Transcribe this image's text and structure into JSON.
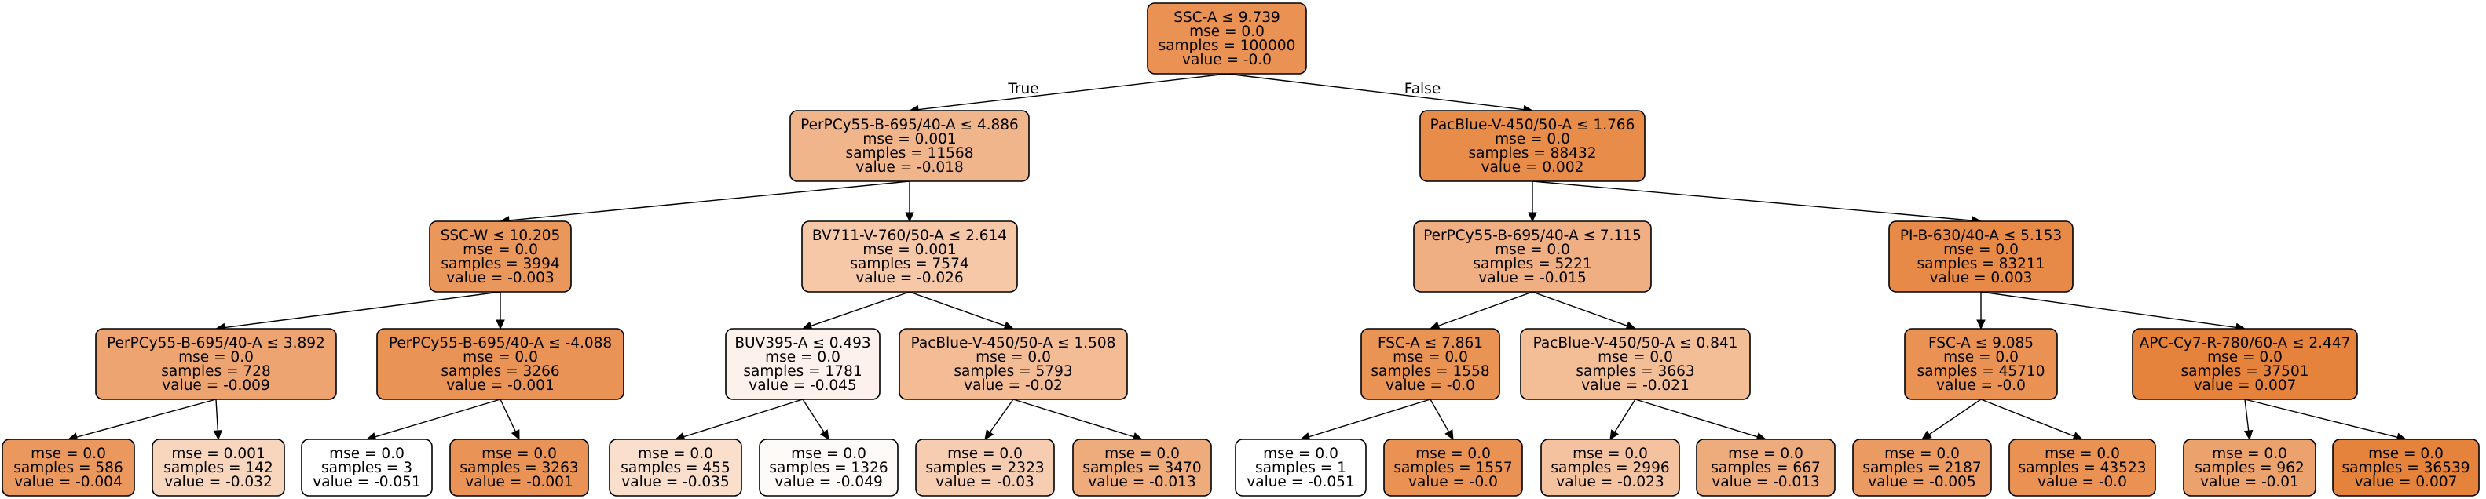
{
  "tree": {
    "edge_labels": {
      "true_label": "True",
      "false_label": "False"
    },
    "nodes": [
      {
        "id": "n0",
        "color": "#e99254",
        "lines": [
          "SSC-A ≤ 9.739",
          "mse = 0.0",
          "samples = 100000",
          "value = -0.0"
        ]
      },
      {
        "id": "n1",
        "color": "#f1b58b",
        "lines": [
          "PerPCy55-B-695/40-A ≤ 4.886",
          "mse = 0.001",
          "samples = 11568",
          "value = -0.018"
        ]
      },
      {
        "id": "n2",
        "color": "#e88c4a",
        "lines": [
          "PacBlue-V-450/50-A ≤ 1.766",
          "mse = 0.0",
          "samples = 88432",
          "value = 0.002"
        ]
      },
      {
        "id": "n3",
        "color": "#ea975c",
        "lines": [
          "SSC-W ≤ 10.205",
          "mse = 0.0",
          "samples = 3994",
          "value = -0.003"
        ]
      },
      {
        "id": "n4",
        "color": "#f6c8a8",
        "lines": [
          "BV711-V-760/50-A ≤ 2.614",
          "mse = 0.001",
          "samples = 7574",
          "value = -0.026"
        ]
      },
      {
        "id": "n5",
        "color": "#f0af82",
        "lines": [
          "PerPCy55-B-695/40-A ≤ 7.115",
          "mse = 0.0",
          "samples = 5221",
          "value = -0.015"
        ]
      },
      {
        "id": "n6",
        "color": "#e78a47",
        "lines": [
          "PI-B-630/40-A ≤ 5.153",
          "mse = 0.0",
          "samples = 83211",
          "value = 0.003"
        ]
      },
      {
        "id": "n7",
        "color": "#eda470",
        "lines": [
          "PerPCy55-B-695/40-A ≤ 3.892",
          "mse = 0.0",
          "samples = 728",
          "value = -0.009"
        ]
      },
      {
        "id": "n8",
        "color": "#e99356",
        "lines": [
          "PerPCy55-B-695/40-A ≤ -4.088",
          "mse = 0.0",
          "samples = 3266",
          "value = -0.001"
        ]
      },
      {
        "id": "n9",
        "color": "#fdf2eb",
        "lines": [
          "BUV395-A ≤ 0.493",
          "mse = 0.0",
          "samples = 1781",
          "value = -0.045"
        ]
      },
      {
        "id": "n10",
        "color": "#f3bc94",
        "lines": [
          "PacBlue-V-450/50-A ≤ 1.508",
          "mse = 0.0",
          "samples = 5793",
          "value = -0.02"
        ]
      },
      {
        "id": "n11",
        "color": "#e99355",
        "lines": [
          "FSC-A ≤ 7.861",
          "mse = 0.0",
          "samples = 1558",
          "value = -0.0"
        ]
      },
      {
        "id": "n12",
        "color": "#f3bd96",
        "lines": [
          "PacBlue-V-450/50-A ≤ 0.841",
          "mse = 0.0",
          "samples = 3663",
          "value = -0.021"
        ]
      },
      {
        "id": "n13",
        "color": "#e99254",
        "lines": [
          "FSC-A ≤ 9.085",
          "mse = 0.0",
          "samples = 45710",
          "value = -0.0"
        ]
      },
      {
        "id": "n14",
        "color": "#e5823b",
        "lines": [
          "APC-Cy7-R-780/60-A ≤ 2.447",
          "mse = 0.0",
          "samples = 37501",
          "value = 0.007"
        ]
      },
      {
        "id": "n15",
        "color": "#ea985e",
        "lines": [
          "mse = 0.0",
          "samples = 586",
          "value = -0.004"
        ]
      },
      {
        "id": "n16",
        "color": "#f8d6be",
        "lines": [
          "mse = 0.001",
          "samples = 142",
          "value = -0.032"
        ]
      },
      {
        "id": "n17",
        "color": "#ffffff",
        "lines": [
          "mse = 0.0",
          "samples = 3",
          "value = -0.051"
        ]
      },
      {
        "id": "n18",
        "color": "#e99356",
        "lines": [
          "mse = 0.0",
          "samples = 3263",
          "value = -0.001"
        ]
      },
      {
        "id": "n19",
        "color": "#f9dfcc",
        "lines": [
          "mse = 0.0",
          "samples = 455",
          "value = -0.035"
        ]
      },
      {
        "id": "n20",
        "color": "#fefaf7",
        "lines": [
          "mse = 0.0",
          "samples = 1326",
          "value = -0.049"
        ]
      },
      {
        "id": "n21",
        "color": "#f6cdb0",
        "lines": [
          "mse = 0.0",
          "samples = 2323",
          "value = -0.03"
        ]
      },
      {
        "id": "n22",
        "color": "#eeab7b",
        "lines": [
          "mse = 0.0",
          "samples = 3470",
          "value = -0.013"
        ]
      },
      {
        "id": "n23",
        "color": "#ffffff",
        "lines": [
          "mse = 0.0",
          "samples = 1",
          "value = -0.051"
        ]
      },
      {
        "id": "n24",
        "color": "#e99254",
        "lines": [
          "mse = 0.0",
          "samples = 1557",
          "value = -0.0"
        ]
      },
      {
        "id": "n25",
        "color": "#f4c29f",
        "lines": [
          "mse = 0.0",
          "samples = 2996",
          "value = -0.023"
        ]
      },
      {
        "id": "n26",
        "color": "#eeab7b",
        "lines": [
          "mse = 0.0",
          "samples = 667",
          "value = -0.013"
        ]
      },
      {
        "id": "n27",
        "color": "#eb9b62",
        "lines": [
          "mse = 0.0",
          "samples = 2187",
          "value = -0.005"
        ]
      },
      {
        "id": "n28",
        "color": "#e99254",
        "lines": [
          "mse = 0.0",
          "samples = 43523",
          "value = -0.0"
        ]
      },
      {
        "id": "n29",
        "color": "#eca26c",
        "lines": [
          "mse = 0.0",
          "samples = 962",
          "value = -0.01"
        ]
      },
      {
        "id": "n30",
        "color": "#e5823b",
        "lines": [
          "mse = 0.0",
          "samples = 36539",
          "value = 0.007"
        ]
      }
    ],
    "edges": [
      [
        "n0",
        "n1"
      ],
      [
        "n0",
        "n2"
      ],
      [
        "n1",
        "n3"
      ],
      [
        "n1",
        "n4"
      ],
      [
        "n2",
        "n5"
      ],
      [
        "n2",
        "n6"
      ],
      [
        "n3",
        "n7"
      ],
      [
        "n3",
        "n8"
      ],
      [
        "n4",
        "n9"
      ],
      [
        "n4",
        "n10"
      ],
      [
        "n5",
        "n11"
      ],
      [
        "n5",
        "n12"
      ],
      [
        "n6",
        "n13"
      ],
      [
        "n6",
        "n14"
      ],
      [
        "n7",
        "n15"
      ],
      [
        "n7",
        "n16"
      ],
      [
        "n8",
        "n17"
      ],
      [
        "n8",
        "n18"
      ],
      [
        "n9",
        "n19"
      ],
      [
        "n9",
        "n20"
      ],
      [
        "n10",
        "n21"
      ],
      [
        "n10",
        "n22"
      ],
      [
        "n11",
        "n23"
      ],
      [
        "n11",
        "n24"
      ],
      [
        "n12",
        "n25"
      ],
      [
        "n12",
        "n26"
      ],
      [
        "n13",
        "n27"
      ],
      [
        "n13",
        "n28"
      ],
      [
        "n14",
        "n29"
      ],
      [
        "n14",
        "n30"
      ]
    ]
  }
}
